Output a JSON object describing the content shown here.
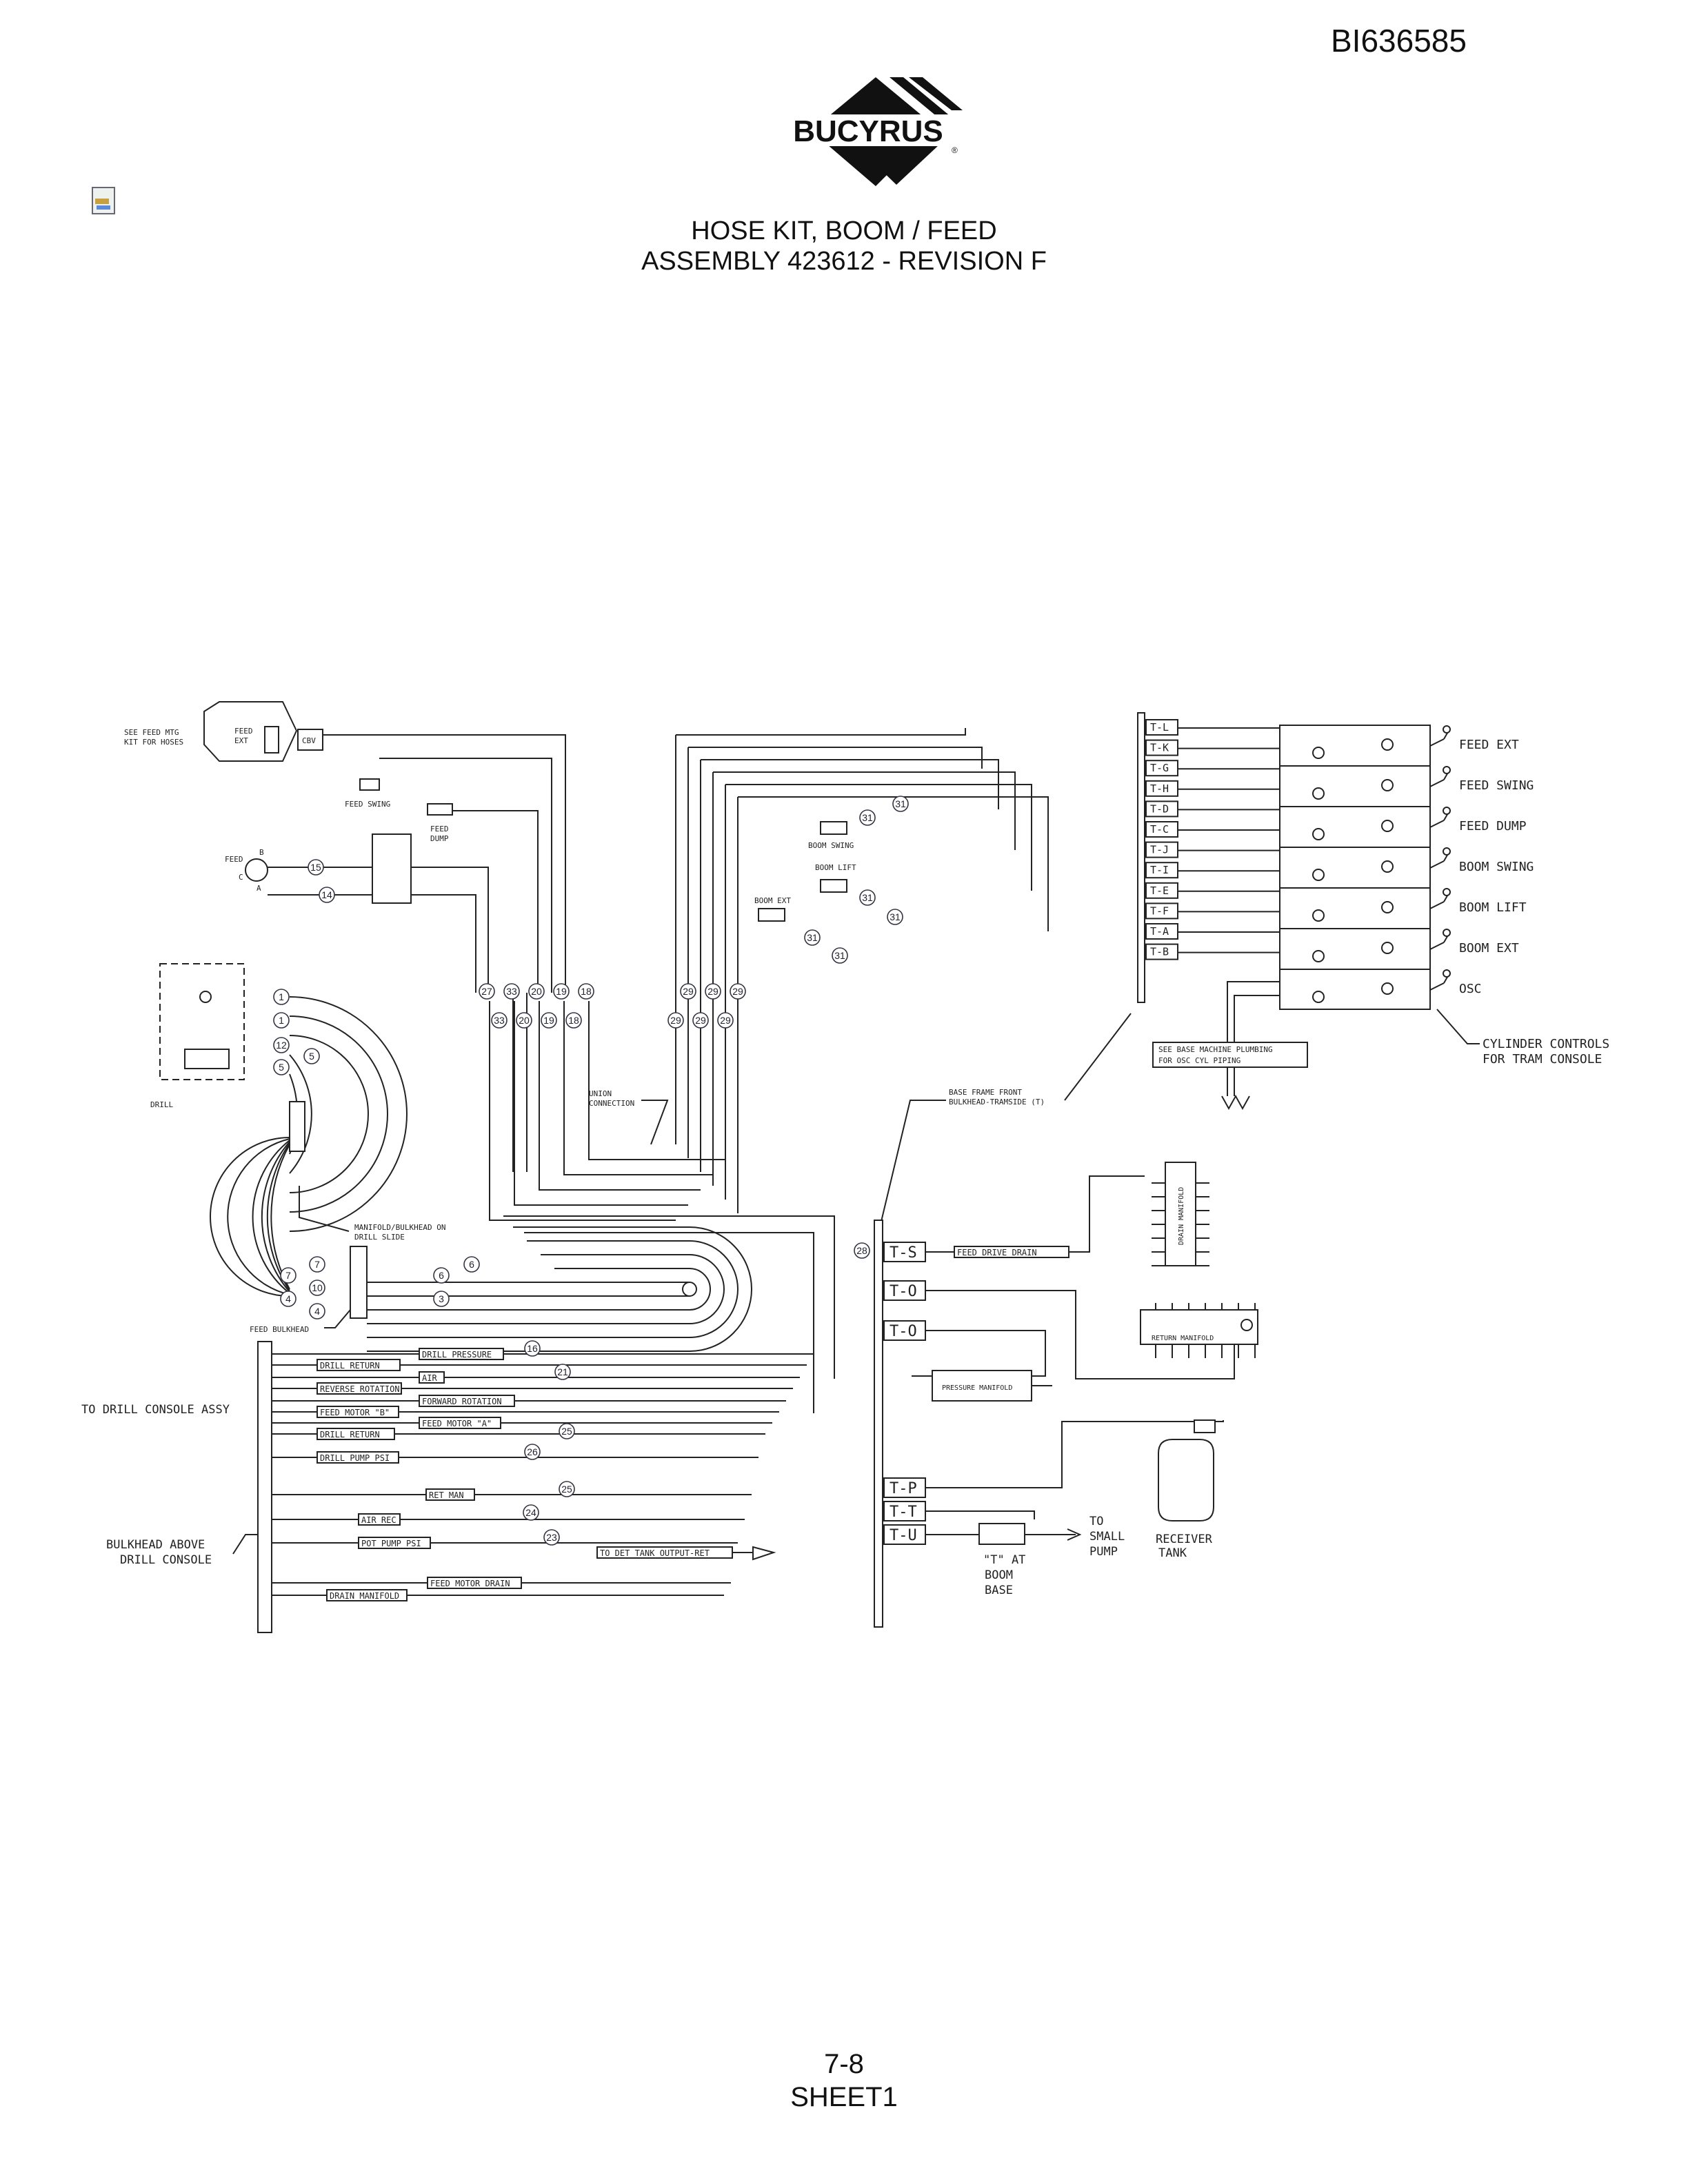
{
  "document": {
    "id": "BI636585",
    "brand": "BUCYRUS",
    "title_line1": "HOSE KIT, BOOM / FEED",
    "title_line2": "ASSEMBLY 423612 - REVISION F",
    "page": "7-8",
    "sheet": "SHEET1"
  },
  "icons": [
    "bucyrus-logo",
    "document-icon"
  ],
  "labels": {
    "see_feed_mtg": [
      "SEE FEED MTG",
      "KIT FOR HOSES"
    ],
    "feed_ext_small": [
      "FEED",
      "EXT"
    ],
    "cbv": "CBV",
    "feed_swing": "FEED SWING",
    "feed_dump": [
      "FEED",
      "DUMP"
    ],
    "feed": "FEED",
    "port_b": "B",
    "port_c": "C",
    "port_a": "A",
    "boom_swing": "BOOM SWING",
    "boom_lift": "BOOM LIFT",
    "boom_ext": "BOOM EXT",
    "drill": "DRILL",
    "union_connection": [
      "UNION",
      "CONNECTION"
    ],
    "manifold_bulkhead": [
      "MANIFOLD/BULKHEAD ON",
      "DRILL SLIDE"
    ],
    "feed_bulkhead": "FEED BULKHEAD",
    "base_frame": [
      "BASE FRAME FRONT",
      "BULKHEAD-TRAMSIDE (T)"
    ],
    "see_base": [
      "SEE BASE MACHINE PLUMBING",
      "FOR OSC CYL PIPING"
    ],
    "cylinder_controls": [
      "CYLINDER CONTROLS",
      "FOR TRAM CONSOLE"
    ],
    "to_drill_console": "TO DRILL CONSOLE ASSY",
    "bulkhead_above": [
      "BULKHEAD ABOVE",
      "DRILL CONSOLE"
    ],
    "feed_drive_drain": "FEED DRIVE DRAIN",
    "drain_manifold_v": "DRAIN MANIFOLD",
    "return_manifold": "RETURN MANIFOLD",
    "pressure_manifold": "PRESSURE MANIFOLD",
    "t_at_boom_base": [
      "\"T\" AT",
      "BOOM",
      "BASE"
    ],
    "to_small_pump": [
      "TO",
      "SMALL",
      "PUMP"
    ],
    "receiver_tank": [
      "RECEIVER",
      "TANK"
    ],
    "to_det_tank": "TO DET TANK OUTPUT-RET"
  },
  "control_ports": [
    "T-L",
    "T-K",
    "T-G",
    "T-H",
    "T-D",
    "T-C",
    "T-J",
    "T-I",
    "T-E",
    "T-F",
    "T-A",
    "T-B"
  ],
  "valve_functions": [
    "FEED EXT",
    "FEED SWING",
    "FEED DUMP",
    "BOOM SWING",
    "BOOM LIFT",
    "BOOM EXT",
    "OSC"
  ],
  "lower_ports": [
    "T-S",
    "T-O",
    "T-O",
    "T-P",
    "T-T",
    "T-U"
  ],
  "console_hoses": [
    "DRILL PRESSURE",
    "DRILL RETURN",
    "AIR",
    "REVERSE ROTATION",
    "FORWARD ROTATION",
    "FEED MOTOR \"B\"",
    "FEED MOTOR \"A\"",
    "DRILL RETURN",
    "DRILL PUMP PSI",
    "RET MAN",
    "AIR REC",
    "POT PUMP PSI",
    "FEED MOTOR DRAIN",
    "DRAIN MANIFOLD"
  ],
  "balloons": {
    "feed_15": "15",
    "feed_14": "14",
    "upper_31": [
      "31",
      "31",
      "31",
      "31",
      "31",
      "31"
    ],
    "row1_left": [
      "27",
      "33",
      "20",
      "19",
      "18"
    ],
    "row2_left": [
      "33",
      "20",
      "19",
      "18"
    ],
    "row1_right": [
      "29",
      "29",
      "29"
    ],
    "row2_right": [
      "29",
      "29",
      "29"
    ],
    "drill": [
      "1",
      "1",
      "12",
      "5",
      "5"
    ],
    "bulkhead": [
      "7",
      "7",
      "10",
      "4",
      "4",
      "6",
      "6",
      "3"
    ],
    "hose_16": "16",
    "hose_21": "21",
    "hose_25a": "25",
    "hose_26": "26",
    "hose_25b": "25",
    "hose_24": "24",
    "hose_23": "23",
    "port_28": "28"
  }
}
